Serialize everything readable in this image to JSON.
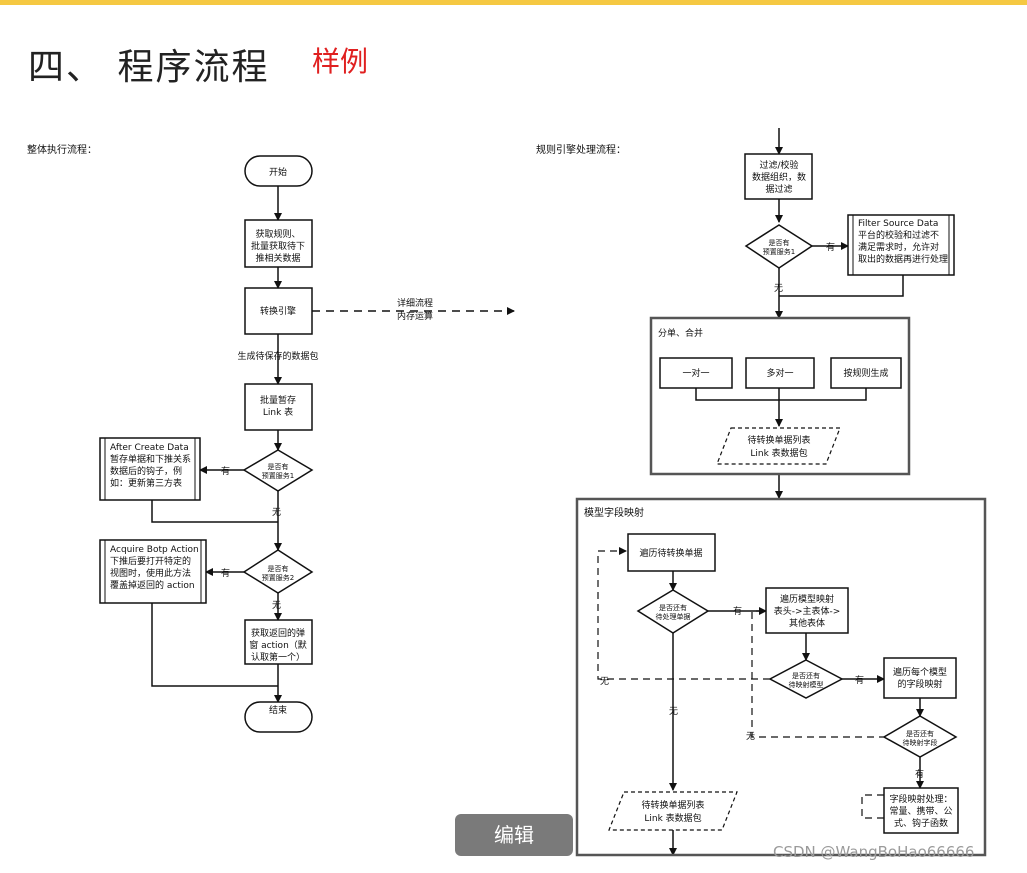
{
  "heading": {
    "title": "四、 程序流程",
    "tag": "样例"
  },
  "left": {
    "caption": "整体执行流程：",
    "start": "开始",
    "fetch": [
      "获取规则、",
      "批量获取待下",
      "推相关数据"
    ],
    "engine": "转换引擎",
    "detail": [
      "详细流程",
      "内存运算"
    ],
    "generate": "生成待保存的数据包",
    "stash": [
      "批量暂存",
      "Link 表"
    ],
    "check1": [
      "是否有",
      "预置服务1"
    ],
    "after_create": [
      "After Create Data",
      "暂存单据和下推关系",
      "数据后的钩子，例",
      "如：更新第三方表"
    ],
    "check2": [
      "是否有",
      "预置服务2"
    ],
    "acquire": [
      "Acquire Botp Action",
      "下推后要打开特定的",
      "视图时，使用此方法",
      "覆盖掉返回的 action"
    ],
    "popup": [
      "获取返回的弹",
      "窗 action（默",
      "认取第一个）"
    ],
    "end": "结束",
    "yes": "有",
    "no": "无"
  },
  "right": {
    "caption": "规则引擎处理流程：",
    "filter": [
      "过滤/校验",
      "数据组织，数",
      "据过滤"
    ],
    "check": [
      "是否有",
      "预置服务1"
    ],
    "filter_source": [
      "Filter Source Data",
      "平台的校验和过滤不",
      "满足需求时，允许对",
      "取出的数据再进行处理"
    ],
    "split_title": "分单、合并",
    "one_to_one": "一对一",
    "many_to_one": "多对一",
    "by_rule": "按规则生成",
    "pending_pkg": [
      "待转换单据列表",
      "Link 表数据包"
    ],
    "mapping_title": "模型字段映射",
    "iterate_bills": "遍历待转换单据",
    "check_bills": [
      "是否还有",
      "待处理单据"
    ],
    "iterate_models": [
      "遍历模型映射",
      "表头->主表体->",
      "其他表体"
    ],
    "check_models": [
      "是否还有",
      "待映射模型"
    ],
    "iterate_fields": [
      "遍历每个模型",
      "的字段映射"
    ],
    "check_fields": [
      "是否还有",
      "待映射字段"
    ],
    "field_process": [
      "字段映射处理：",
      "常量、携带、公",
      "式、钩子函数"
    ],
    "output_pkg": [
      "待转换单据列表",
      "Link 表数据包"
    ],
    "yes": "有",
    "no": "无"
  },
  "edit_button": "编辑",
  "watermark": "CSDN @WangBoHao66666"
}
